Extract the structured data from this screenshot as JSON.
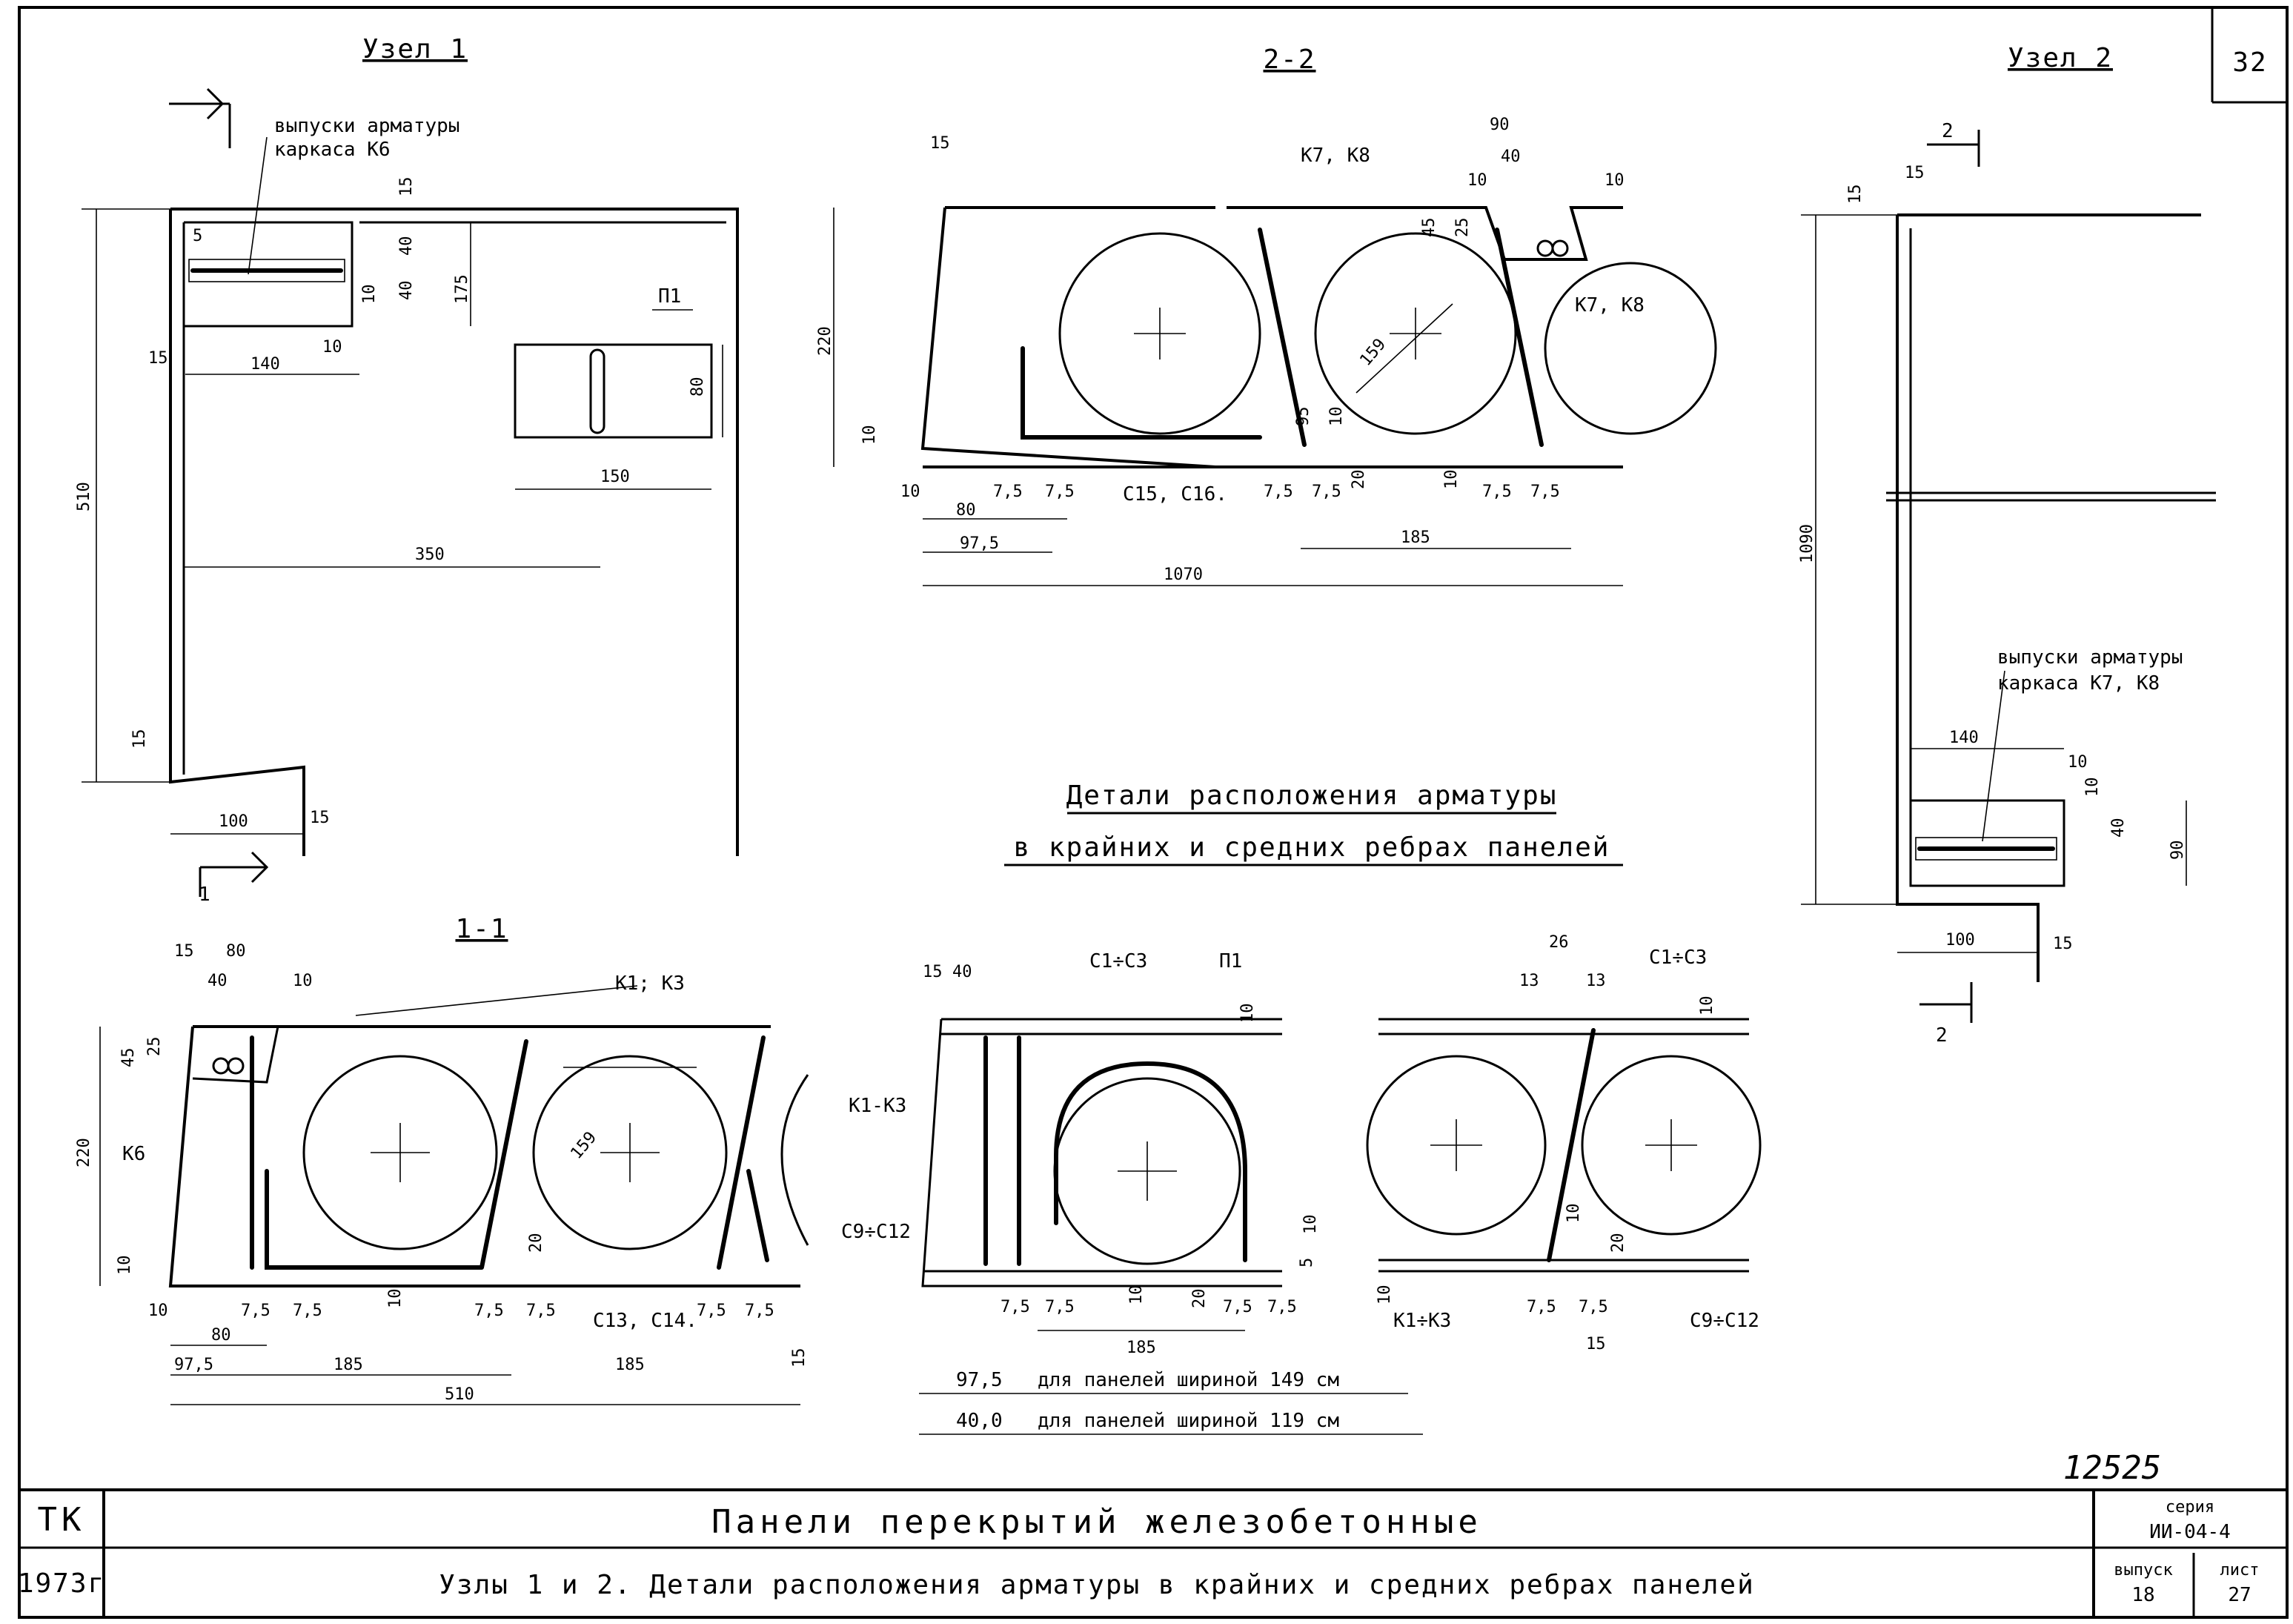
{
  "sheet_number": "32",
  "views": {
    "node1": {
      "title": "Узел 1",
      "release_label_line1": "выпуски арматуры",
      "release_label_line2": "каркаса К6",
      "p1": "П1",
      "section_mark": "1"
    },
    "section22": {
      "title": "2-2",
      "k7k8": "К7, К8",
      "c15c16": "С15, С16."
    },
    "node2": {
      "title": "Узел 2",
      "release_label_line1": "выпуски арматуры",
      "release_label_line2": "каркаса К7, К8",
      "section_mark": "2"
    },
    "section11": {
      "title": "1-1",
      "k1k3": "К1; К3",
      "k6": "К6",
      "c13c14": "С13, С14."
    },
    "detail_title_line1": "Детали расположения арматуры",
    "detail_title_line2": "в крайних и средних ребрах панелей",
    "detail_left": {
      "c1c3": "С1÷С3",
      "p1": "П1",
      "k1k3": "К1-К3",
      "c9c12": "С9÷С12"
    },
    "detail_right": {
      "c1c3": "С1÷С3",
      "k1k3": "К1÷К3",
      "c9c12": "С9÷С12"
    },
    "width_notes": [
      {
        "value": "97,5",
        "text": "для панелей шириной 149 см"
      },
      {
        "value": "40,0",
        "text": "для панелей шириной 119 см"
      }
    ]
  },
  "dims": {
    "n1": [
      "5",
      "15",
      "40",
      "40",
      "10",
      "10",
      "175",
      "140",
      "15",
      "80",
      "150",
      "350",
      "510",
      "15",
      "100",
      "15"
    ],
    "s22": [
      "15",
      "90",
      "40",
      "10",
      "10",
      "45",
      "25",
      "220",
      "159",
      "10",
      "10",
      "7,5",
      "7,5",
      "7,5",
      "7,5",
      "7,5",
      "7,5",
      "20",
      "10",
      "80",
      "97,5",
      "185",
      "1070",
      "95",
      "10"
    ],
    "n2": [
      "15",
      "15",
      "1090",
      "140",
      "10",
      "10",
      "40",
      "90",
      "100",
      "15"
    ],
    "s11": [
      "15",
      "80",
      "40",
      "10",
      "45",
      "25",
      "220",
      "10",
      "10",
      "159",
      "7,5",
      "7,5",
      "10",
      "7,5",
      "7,5",
      "20",
      "7,5",
      "7,5",
      "80",
      "97,5",
      "185",
      "185",
      "510",
      "15"
    ],
    "dl": [
      "15",
      "40",
      "10",
      "10",
      "5",
      "7,5",
      "7,5",
      "10",
      "20",
      "7,5",
      "7,5",
      "185"
    ],
    "dr": [
      "26",
      "13",
      "13",
      "10",
      "10",
      "10",
      "20",
      "7,5",
      "7,5",
      "15"
    ]
  },
  "stamp": {
    "handwritten_number": "12525",
    "org": "ТК",
    "year": "1973г",
    "main_title": "Панели перекрытий железобетонные",
    "subtitle": "Узлы 1 и 2. Детали расположения арматуры в крайних и средних ребрах панелей",
    "series_label": "серия",
    "series_value": "ИИ-04-4",
    "issue_label": "выпуск",
    "issue_value": "18",
    "sheet_label": "лист",
    "sheet_value": "27"
  }
}
